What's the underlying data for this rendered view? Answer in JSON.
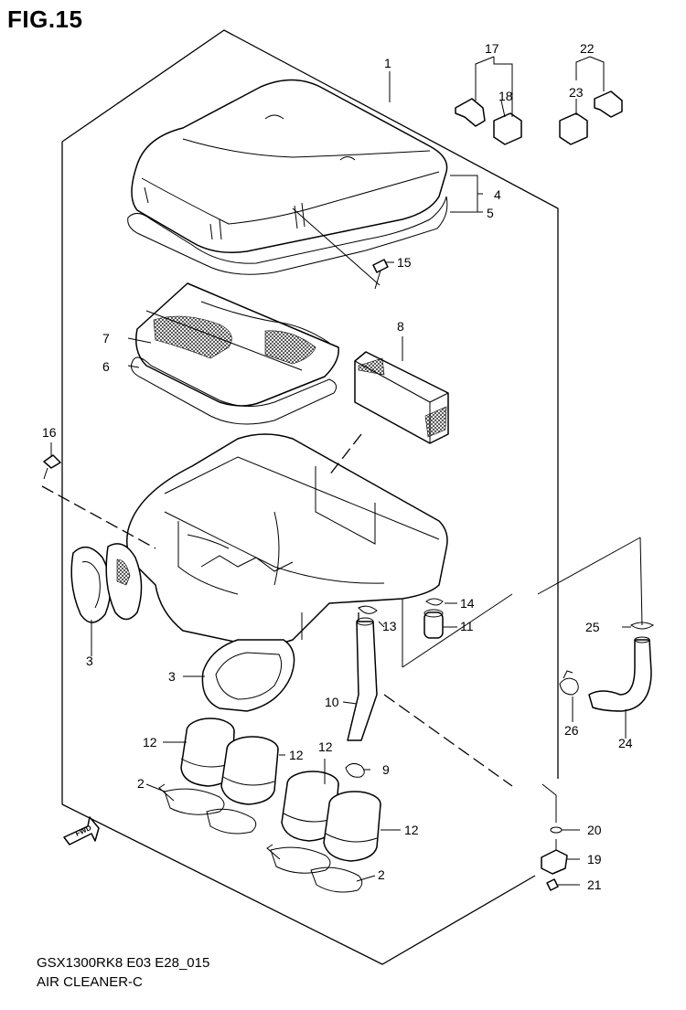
{
  "figure": {
    "title": "FIG.15",
    "model_code": "GSX1300RK8 E03 E28_015",
    "assembly_name": "AIR CLEANER-C"
  },
  "callouts": {
    "c1": "1",
    "c2a": "2",
    "c2b": "2",
    "c3a": "3",
    "c3b": "3",
    "c4": "4",
    "c5": "5",
    "c6": "6",
    "c7": "7",
    "c8": "8",
    "c9": "9",
    "c10": "10",
    "c11": "11",
    "c12a": "12",
    "c12b": "12",
    "c12c": "12",
    "c12d": "12",
    "c13": "13",
    "c14": "14",
    "c15": "15",
    "c16": "16",
    "c17": "17",
    "c18": "18",
    "c19": "19",
    "c20": "20",
    "c21": "21",
    "c22": "22",
    "c23": "23",
    "c24": "24",
    "c25": "25",
    "c26": "26"
  },
  "fwd_arrow_label": "FWD"
}
